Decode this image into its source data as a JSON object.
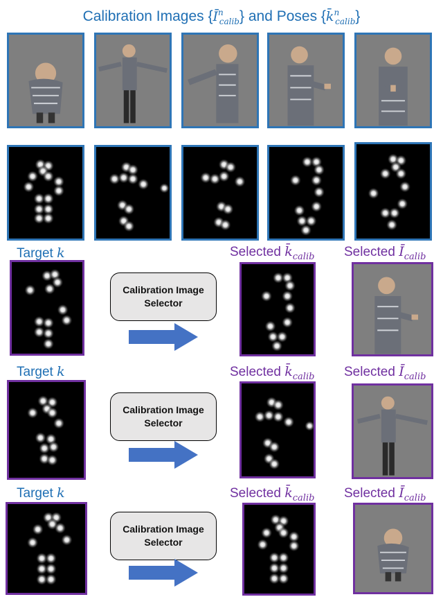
{
  "title": {
    "prefix": "Calibration Images {",
    "image_sym": "Ī",
    "image_sup": "n",
    "image_sub": "calib",
    "middle": "} and Poses {",
    "pose_sym": "k̄",
    "pose_sup": "n",
    "pose_sub": "calib",
    "suffix": "}"
  },
  "rows": [
    {
      "target_label": "Target",
      "target_sym": "k",
      "selector_line1": "Calibration Image",
      "selector_line2": "Selector",
      "selected_k_label": "Selected",
      "selected_k_sym": "k̄",
      "selected_k_sub": "calib",
      "selected_i_label": "Selected",
      "selected_i_sym": "Ī",
      "selected_i_sub": "calib"
    },
    {
      "target_label": "Target",
      "target_sym": "k",
      "selector_line1": "Calibration Image",
      "selector_line2": "Selector",
      "selected_k_label": "Selected",
      "selected_k_sym": "k̄",
      "selected_k_sub": "calib",
      "selected_i_label": "Selected",
      "selected_i_sym": "Ī",
      "selected_i_sub": "calib"
    },
    {
      "target_label": "Target",
      "target_sym": "k",
      "selector_line1": "Calibration Image",
      "selector_line2": "Selector",
      "selected_k_label": "Selected",
      "selected_k_sym": "k̄",
      "selected_k_sub": "calib",
      "selected_i_label": "Selected",
      "selected_i_sym": "Ī",
      "selected_i_sub": "calib"
    }
  ],
  "colors": {
    "blue_frame": "#2e75b6",
    "purple_frame": "#7030a0",
    "arrow": "#4472c4",
    "selector_fill": "#e7e6e6",
    "photo_bg": "#7f7f7f"
  },
  "images": {
    "calibration_photos": [
      "person-top-down-view",
      "person-side-t-pose",
      "person-arm-extended",
      "person-looking-at-phone",
      "person-front-holding-object"
    ],
    "calibration_heatmaps": [
      "keypoint-heatmap-1",
      "keypoint-heatmap-2",
      "keypoint-heatmap-3",
      "keypoint-heatmap-4",
      "keypoint-heatmap-5"
    ]
  }
}
